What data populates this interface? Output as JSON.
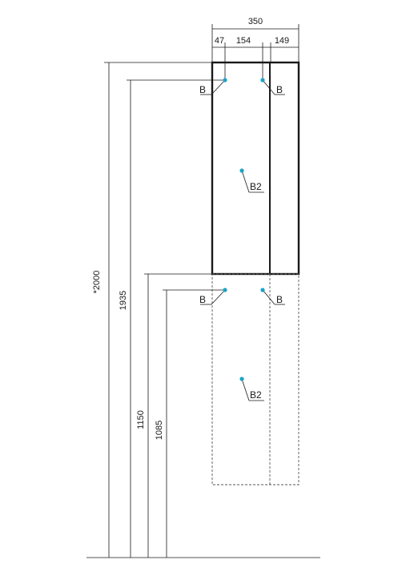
{
  "colors": {
    "line": "#1a1a1a",
    "hole_marker": "#1ba3c6",
    "dashed": "#555555"
  },
  "top_dimensions": {
    "overall_width": "350",
    "offset_left": "47",
    "hole_spacing": "154",
    "right_section": "149"
  },
  "height_dimensions": {
    "total_height": "*2000",
    "upper_hole_height": "1935",
    "lower_cabinet_top": "1150",
    "lower_hole_height": "1085"
  },
  "markers": {
    "b_upper_left": "B",
    "b_upper_right": "B",
    "b2_upper": "B2",
    "b_lower_left": "B",
    "b_lower_right": "B",
    "b2_lower": "B2"
  }
}
